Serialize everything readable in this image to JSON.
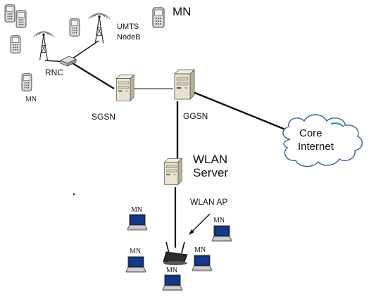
{
  "labels": {
    "mn_top": "MN",
    "umts_line1": "UMTS",
    "umts_line2": "NodeB",
    "rnc": "RNC",
    "mn_left": "MN",
    "sgsn": "SGSN",
    "ggsn": "GGSN",
    "core_line1": "Core",
    "core_line2": "Internet",
    "wlan_server_line1": "WLAN",
    "wlan_server_line2": "Server",
    "wlan_ap": "WLAN AP",
    "mn_laptops": [
      "MN",
      "MN",
      "MN",
      "MN",
      "MN"
    ]
  },
  "colors": {
    "line": "#111111",
    "server_body": "#e9e3cf",
    "server_shade": "#b9b09a",
    "phone_body": "#d9d9d9",
    "laptop_screen": "#0d2a6b",
    "cloud_outline": "#3a5a9c",
    "cloud_accent": "#1a9a8a"
  },
  "icons": [
    "mobile-phone-icon",
    "antenna-tower-icon",
    "rnc-router-icon",
    "server-icon",
    "cloud-icon",
    "laptop-icon",
    "wireless-access-point-icon",
    "arrow-icon"
  ]
}
